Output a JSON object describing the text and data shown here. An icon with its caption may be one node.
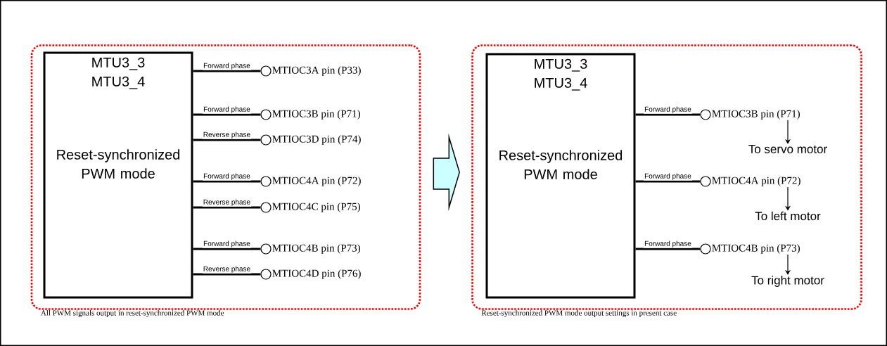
{
  "diagram": {
    "nodes": [
      {
        "text": [
          "All PWM signals output in reset-synchronized PWM mode"
        ]
      },
      {
        "text": [
          "MTU3_3 MTU3_4",
          "Reset-synchronized PWM mode"
        ],
        "in": 0
      },
      {
        "text": [
          "MTIOC3A pin (P33)"
        ],
        "in": 0
      },
      {
        "text": [
          "MTIOC3B pin (P71)"
        ],
        "in": 0
      },
      {
        "text": [
          "MTIOC3D pin (P74)"
        ],
        "in": 0
      },
      {
        "text": [
          "MTIOC4A pin (P72)"
        ],
        "in": 0
      },
      {
        "text": [
          "MTIOC4C pin (P75)"
        ],
        "in": 0
      },
      {
        "text": [
          "MTIOC4B pin (P73)"
        ],
        "in": 0
      },
      {
        "text": [
          "MTIOC4D pin (P76)"
        ],
        "in": 0
      },
      {
        "text": [
          "Reset-synchronized PWM mode output settings in present case"
        ]
      },
      {
        "text": [
          "MTU3_3 MTU3_4",
          "Reset-synchronized PWM mode"
        ],
        "in": 9
      },
      {
        "text": [
          "MTIOC3B pin (P71)"
        ],
        "in": 9
      },
      {
        "text": [
          "MTIOC4A pin (P72)"
        ],
        "in": 9
      },
      {
        "text": [
          "MTIOC4B pin (P73)"
        ],
        "in": 9
      },
      {
        "text": [
          "To servo motor"
        ],
        "in": 9
      },
      {
        "text": [
          "To left motor"
        ],
        "in": 9
      },
      {
        "text": [
          "To right motor"
        ],
        "in": 9
      }
    ],
    "edges": [
      {
        "from": 1,
        "to": 2,
        "arrow": "none",
        "label": "Forward phase"
      },
      {
        "from": 1,
        "to": 3,
        "arrow": "none",
        "label": "Forward phase"
      },
      {
        "from": 1,
        "to": 4,
        "arrow": "none",
        "label": "Reverse phase"
      },
      {
        "from": 1,
        "to": 5,
        "arrow": "none",
        "label": "Forward phase"
      },
      {
        "from": 1,
        "to": 6,
        "arrow": "none",
        "label": "Reverse phase"
      },
      {
        "from": 1,
        "to": 7,
        "arrow": "none",
        "label": "Forward phase"
      },
      {
        "from": 1,
        "to": 8,
        "arrow": "none",
        "label": "Reverse phase"
      },
      {
        "from": 0,
        "to": 9,
        "arrow": "to",
        "style": "thick",
        "color": "#ccffff"
      },
      {
        "from": 10,
        "to": 11,
        "arrow": "none",
        "label": "Forward phase"
      },
      {
        "from": 10,
        "to": 12,
        "arrow": "none",
        "label": "Forward phase"
      },
      {
        "from": 10,
        "to": 13,
        "arrow": "none",
        "label": "Forward phase"
      },
      {
        "from": 11,
        "to": 14,
        "arrow": "to"
      },
      {
        "from": 12,
        "to": 15,
        "arrow": "to"
      },
      {
        "from": 13,
        "to": 16,
        "arrow": "to"
      }
    ]
  }
}
